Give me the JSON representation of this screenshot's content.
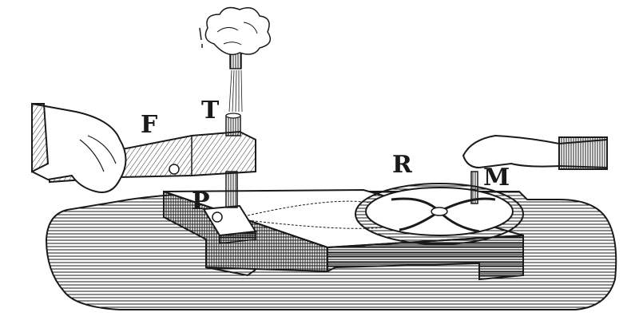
{
  "labels": {
    "F": "F",
    "T": "T",
    "P": "P",
    "R": "R",
    "M": "M"
  },
  "colors": {
    "ink": "#1a1a1a",
    "paper": "#ffffff"
  }
}
